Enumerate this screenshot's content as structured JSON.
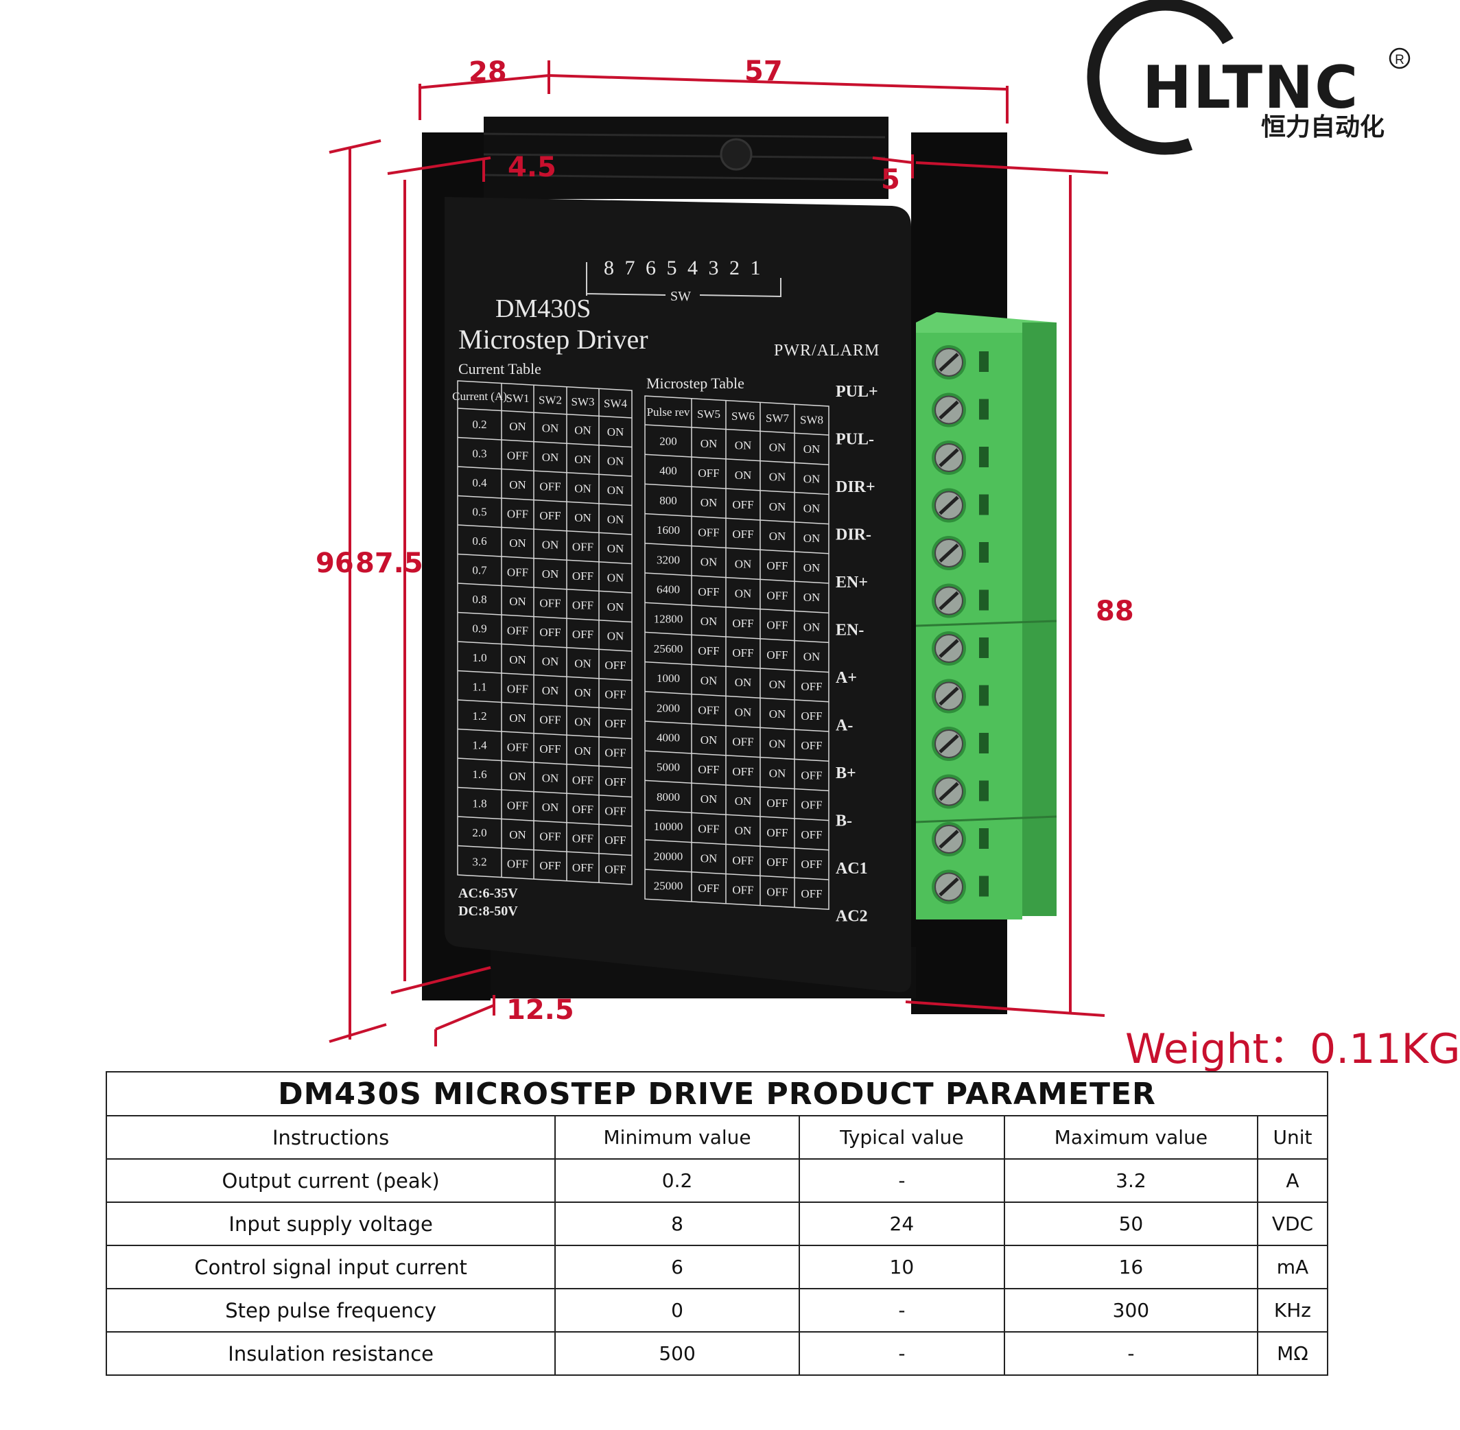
{
  "logo": {
    "text": "HLTNC",
    "subtitle": "恒力自动化",
    "registered": "R"
  },
  "dimensions": {
    "width_front": "28",
    "width_top": "57",
    "offset_left": "4.5",
    "offset_right": "5",
    "height_total": "96",
    "height_body": "87.5",
    "height_right": "88",
    "flange_bottom": "12.5"
  },
  "weight": {
    "label": "Weight：",
    "value": "0.11KG"
  },
  "device": {
    "switch_numbers": "8 7 6 5 4 3 2 1",
    "switch_label": "SW",
    "model": "DM430S",
    "name": "Microstep Driver",
    "led_label": "PWR/ALARM",
    "current_table_title": "Current Table",
    "microstep_table_title": "Microstep Table",
    "current_table": {
      "headers": [
        "Current (A)",
        "SW1",
        "SW2",
        "SW3",
        "SW4"
      ],
      "rows": [
        [
          "0.2",
          "ON",
          "ON",
          "ON",
          "ON"
        ],
        [
          "0.3",
          "OFF",
          "ON",
          "ON",
          "ON"
        ],
        [
          "0.4",
          "ON",
          "OFF",
          "ON",
          "ON"
        ],
        [
          "0.5",
          "OFF",
          "OFF",
          "ON",
          "ON"
        ],
        [
          "0.6",
          "ON",
          "ON",
          "OFF",
          "ON"
        ],
        [
          "0.7",
          "OFF",
          "ON",
          "OFF",
          "ON"
        ],
        [
          "0.8",
          "ON",
          "OFF",
          "OFF",
          "ON"
        ],
        [
          "0.9",
          "OFF",
          "OFF",
          "OFF",
          "ON"
        ],
        [
          "1.0",
          "ON",
          "ON",
          "ON",
          "OFF"
        ],
        [
          "1.1",
          "OFF",
          "ON",
          "ON",
          "OFF"
        ],
        [
          "1.2",
          "ON",
          "OFF",
          "ON",
          "OFF"
        ],
        [
          "1.4",
          "OFF",
          "OFF",
          "ON",
          "OFF"
        ],
        [
          "1.6",
          "ON",
          "ON",
          "OFF",
          "OFF"
        ],
        [
          "1.8",
          "OFF",
          "ON",
          "OFF",
          "OFF"
        ],
        [
          "2.0",
          "ON",
          "OFF",
          "OFF",
          "OFF"
        ],
        [
          "3.2",
          "OFF",
          "OFF",
          "OFF",
          "OFF"
        ]
      ]
    },
    "microstep_table": {
      "headers": [
        "Pulse rev",
        "SW5",
        "SW6",
        "SW7",
        "SW8"
      ],
      "rows": [
        [
          "200",
          "ON",
          "ON",
          "ON",
          "ON"
        ],
        [
          "400",
          "OFF",
          "ON",
          "ON",
          "ON"
        ],
        [
          "800",
          "ON",
          "OFF",
          "ON",
          "ON"
        ],
        [
          "1600",
          "OFF",
          "OFF",
          "ON",
          "ON"
        ],
        [
          "3200",
          "ON",
          "ON",
          "OFF",
          "ON"
        ],
        [
          "6400",
          "OFF",
          "ON",
          "OFF",
          "ON"
        ],
        [
          "12800",
          "ON",
          "OFF",
          "OFF",
          "ON"
        ],
        [
          "25600",
          "OFF",
          "OFF",
          "OFF",
          "ON"
        ],
        [
          "1000",
          "ON",
          "ON",
          "ON",
          "OFF"
        ],
        [
          "2000",
          "OFF",
          "ON",
          "ON",
          "OFF"
        ],
        [
          "4000",
          "ON",
          "OFF",
          "ON",
          "OFF"
        ],
        [
          "5000",
          "OFF",
          "OFF",
          "ON",
          "OFF"
        ],
        [
          "8000",
          "ON",
          "ON",
          "OFF",
          "OFF"
        ],
        [
          "10000",
          "OFF",
          "ON",
          "OFF",
          "OFF"
        ],
        [
          "20000",
          "ON",
          "OFF",
          "OFF",
          "OFF"
        ],
        [
          "25000",
          "OFF",
          "OFF",
          "OFF",
          "OFF"
        ]
      ]
    },
    "power_ratings": [
      "AC:6-35V",
      "DC:8-50V"
    ],
    "terminals": [
      "PUL+",
      "PUL-",
      "DIR+",
      "DIR-",
      "EN+",
      "EN-",
      "A+",
      "A-",
      "B+",
      "B-",
      "AC1",
      "AC2"
    ]
  },
  "parameter_table": {
    "title": "DM430S MICROSTEP DRIVE PRODUCT PARAMETER",
    "headers": [
      "Instructions",
      "Minimum value",
      "Typical value",
      "Maximum value",
      "Unit"
    ],
    "rows": [
      [
        "Output current (peak)",
        "0.2",
        "-",
        "3.2",
        "A"
      ],
      [
        "Input supply voltage",
        "8",
        "24",
        "50",
        "VDC"
      ],
      [
        "Control signal input current",
        "6",
        "10",
        "16",
        "mA"
      ],
      [
        "Step pulse frequency",
        "0",
        "-",
        "300",
        "KHz"
      ],
      [
        "Insulation resistance",
        "500",
        "-",
        "-",
        "MΩ"
      ]
    ]
  },
  "colors": {
    "accent_red": "#c8102e",
    "terminal_green": "#4fc05a",
    "driver_body": "#141414",
    "logo_dark": "#1a1a1a"
  }
}
